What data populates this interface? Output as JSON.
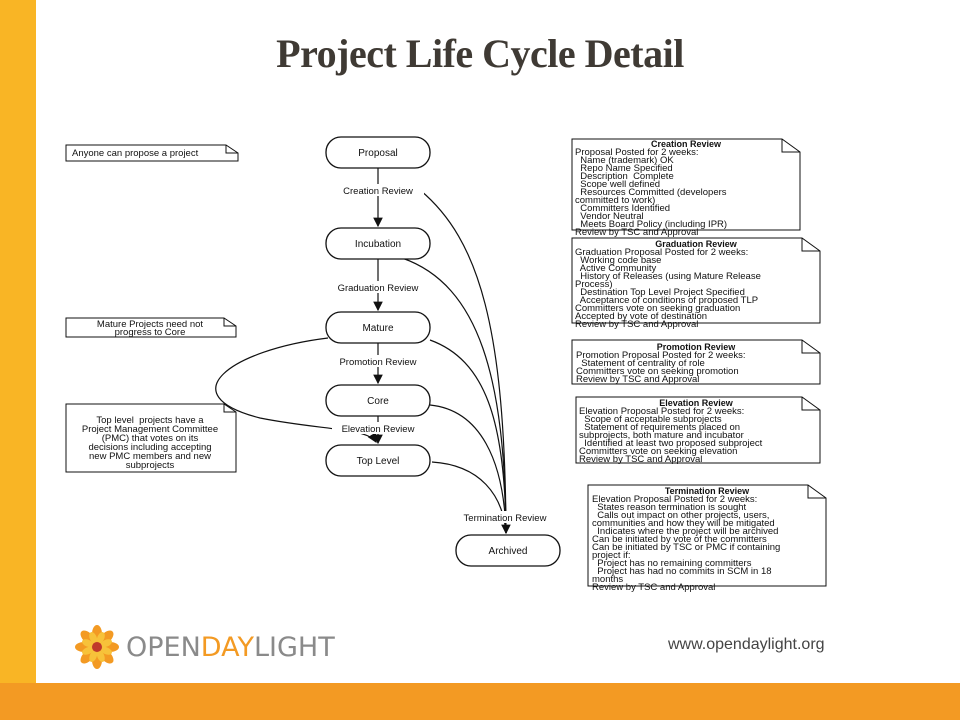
{
  "title": "Project Life Cycle Detail",
  "nodes": {
    "proposal": "Proposal",
    "incubation": "Incubation",
    "mature": "Mature",
    "core": "Core",
    "top_level": "Top Level",
    "archived": "Archived"
  },
  "edges": {
    "creation_review": "Creation Review",
    "graduation_review": "Graduation Review",
    "promotion_review": "Promotion Review",
    "elevation_review": "Elevation Review",
    "termination_review": "Termination Review"
  },
  "left_notes": {
    "anyone": [
      "Anyone can propose a project"
    ],
    "mature": [
      "Mature Projects need not",
      "progress to Core"
    ],
    "top_level": [
      "Top level  projects have a",
      "Project Management Committee",
      "(PMC) that votes on its",
      "decisions including accepting",
      "new PMC members and new",
      "subprojects"
    ]
  },
  "right_notes": {
    "creation": {
      "heading": "Creation Review",
      "lines": [
        "Proposal Posted for 2 weeks:",
        "  Name (trademark) OK",
        "  Repo Name Specified",
        "  Description  Complete",
        "  Scope well defined",
        "  Resources Committed (developers",
        "committed to work)",
        "  Committers Identified",
        "  Vendor Neutral",
        "  Meets Board Policy (including IPR)",
        "Review by TSC and Approval"
      ]
    },
    "graduation": {
      "heading": "Graduation Review",
      "lines": [
        "Graduation Proposal Posted for 2 weeks:",
        "  Working code base",
        "  Active Community",
        "  History of Releases (using Mature Release",
        "Process)",
        "  Destination Top Level Project Specified",
        "  Acceptance of conditions of proposed TLP",
        "Committers vote on seeking graduation",
        "Accepted by vote of destination",
        "Review by TSC and Approval"
      ]
    },
    "promotion": {
      "heading": "Promotion Review",
      "lines": [
        "Promotion Proposal Posted for 2 weeks:",
        "  Statement of centrality of role",
        "Committers vote on seeking promotion",
        "Review by TSC and Approval"
      ]
    },
    "elevation": {
      "heading": "Elevation Review",
      "lines": [
        "Elevation Proposal Posted for 2 weeks:",
        "  Scope of acceptable subprojects",
        "  Statement of requirements placed on",
        "subprojects, both mature and incubator",
        "  Identified at least two proposed subproject",
        "Committers vote on seeking elevation",
        "Review by TSC and Approval"
      ]
    },
    "termination": {
      "heading": "Termination Review",
      "lines": [
        "Elevation Proposal Posted for 2 weeks:",
        "  States reason termination is sought",
        "  Calls out impact on other projects, users,",
        "communities and how they will be mitigated",
        "  Indicates where the project will be archived",
        "Can be initiated by vote of the committers",
        "Can be initiated by TSC or PMC if containing",
        "project if:",
        "  Project has no remaining committers",
        "  Project has had no commits in SCM in 18",
        "months",
        "Review by TSC and Approval"
      ]
    }
  },
  "logo": {
    "open": "OPEN",
    "day": "DAY",
    "light": "LIGHT"
  },
  "url": "www.opendaylight.org",
  "colors": {
    "left_bar": "#f9b525",
    "bottom_bar": "#f39a23",
    "logo_accent": "#f39a23"
  }
}
